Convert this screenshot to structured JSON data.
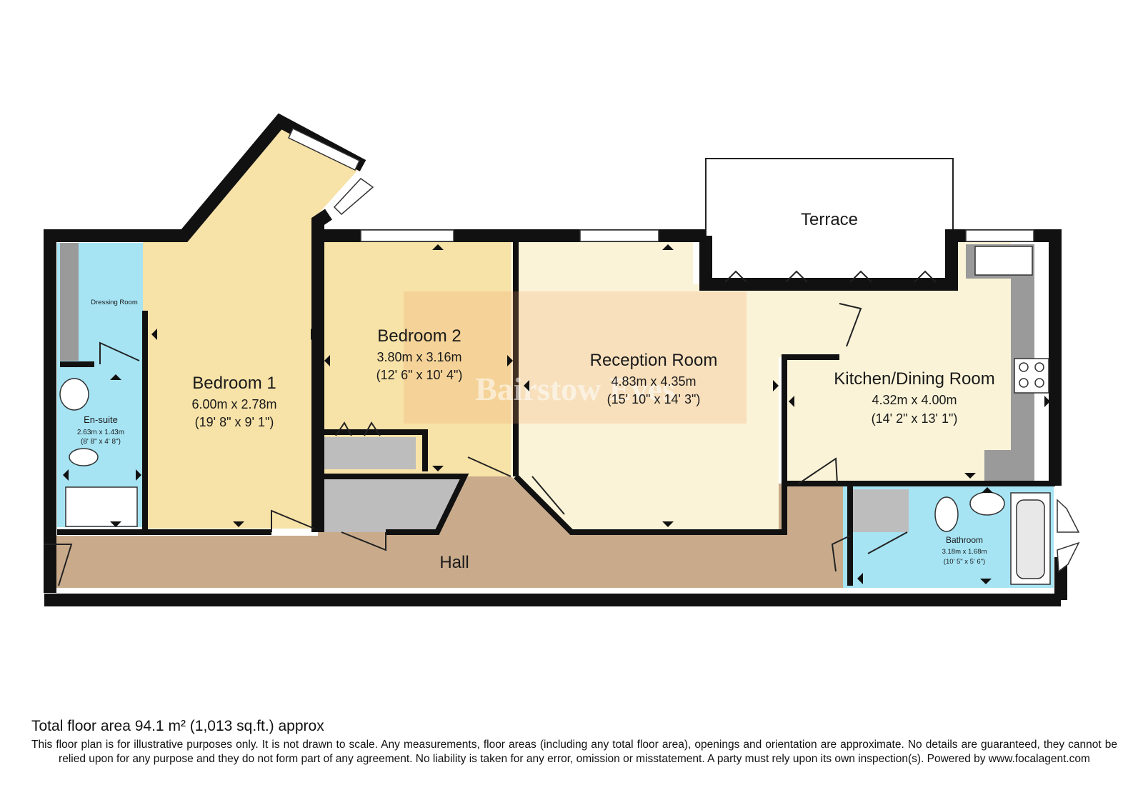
{
  "brand": {
    "watermark": "Bairstow Eves",
    "watermark_color": "#f0a060"
  },
  "colors": {
    "bedroom": "#f7e2a8",
    "reception": "#faf3d8",
    "wet": "#a6e4f4",
    "hall": "#c9ab8c",
    "storage": "#bdbdbd",
    "wall": "#111111"
  },
  "rooms": {
    "terrace": {
      "name": "Terrace"
    },
    "bedroom1": {
      "name": "Bedroom 1",
      "metric": "6.00m x 2.78m",
      "imperial": "(19' 8\" x 9' 1\")"
    },
    "bedroom2": {
      "name": "Bedroom 2",
      "metric": "3.80m x 3.16m",
      "imperial": "(12' 6\" x 10' 4\")"
    },
    "reception": {
      "name": "Reception Room",
      "metric": "4.83m x 4.35m",
      "imperial": "(15' 10\" x 14' 3\")"
    },
    "kitchen": {
      "name": "Kitchen/Dining Room",
      "metric": "4.32m x 4.00m",
      "imperial": "(14' 2\" x 13' 1\")"
    },
    "dressing": {
      "name": "Dressing Room"
    },
    "ensuite": {
      "name": "En-suite",
      "metric": "2.63m x 1.43m",
      "imperial": "(8' 8\" x 4' 8\")"
    },
    "bathroom": {
      "name": "Bathroom",
      "metric": "3.18m x 1.68m",
      "imperial": "(10' 5\" x 5' 6\")"
    },
    "hall": {
      "name": "Hall"
    }
  },
  "footer": {
    "total_area": "Total floor area 94.1 m² (1,013 sq.ft.) approx",
    "disclaimer": "This floor plan is for illustrative purposes only. It is not drawn to scale. Any measurements, floor areas (including any total floor area), openings and orientation are approximate. No details are guaranteed, they cannot be relied upon for any purpose and they do not form part of any agreement. No liability is taken for any error, omission or misstatement. A party must rely upon its own inspection(s). Powered by www.focalagent.com"
  }
}
